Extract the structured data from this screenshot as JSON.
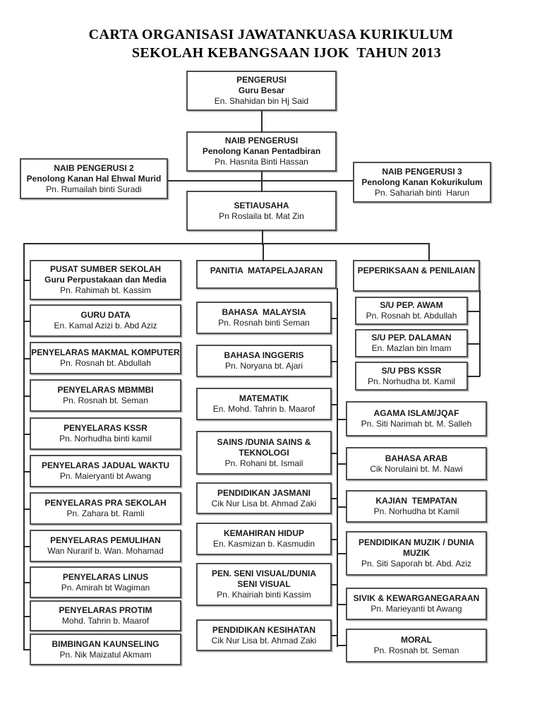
{
  "colors": {
    "box_border": "#4d4d4d",
    "connector": "#2b2b2b",
    "text": "#1a1a1a",
    "background": "#ffffff"
  },
  "title": {
    "line1": "CARTA ORGANISASI JAWATANKUASA KURIKULUM",
    "line2": "SEKOLAH KEBANGSAAN IJOK  TAHUN 2013"
  },
  "org": {
    "pengerusi": {
      "title": "PENGERUSI",
      "subtitle": "Guru Besar",
      "name": "En. Shahidan bin Hj Said"
    },
    "naib1": {
      "title": "NAIB PENGERUSI",
      "subtitle": "Penolong Kanan Pentadbiran",
      "name": "Pn. Hasnita Binti Hassan"
    },
    "naib2": {
      "title": "NAIB PENGERUSI 2",
      "subtitle": "Penolong Kanan Hal Ehwal Murid",
      "name": "Pn. Rumailah binti Suradi"
    },
    "naib3": {
      "title": "NAIB PENGERUSI 3",
      "subtitle": "Penolong Kanan Kokurikulum",
      "name": "Pn. Sahariah binti  Harun"
    },
    "setiausaha": {
      "title": "SETIAUSAHA",
      "name": "Pn Roslaila bt. Mat Zin"
    }
  },
  "columns": {
    "left": {
      "items": [
        {
          "title": "PUSAT SUMBER SEKOLAH",
          "subtitle": "Guru Perpustakaan dan Media",
          "name": "Pn. Rahimah bt. Kassim"
        },
        {
          "title": "GURU DATA",
          "name": "En. Kamal Azizi b. Abd Aziz"
        },
        {
          "title": "PENYELARAS MAKMAL KOMPUTER",
          "name": "Pn. Rosnah bt. Abdullah"
        },
        {
          "title": "PENYELARAS MBMMBI",
          "name": "Pn. Rosnah bt. Seman"
        },
        {
          "title": "PENYELARAS KSSR",
          "name": "Pn. Norhudha binti kamil"
        },
        {
          "title": "PENYELARAS JADUAL WAKTU",
          "name": "Pn. Maieryanti bt Awang"
        },
        {
          "title": "PENYELARAS PRA SEKOLAH",
          "name": "Pn. Zahara bt. Ramli"
        },
        {
          "title": "PENYELARAS PEMULIHAN",
          "name": "Wan Nurarif b. Wan. Mohamad"
        },
        {
          "title": "PENYELARAS LINUS",
          "name": "Pn. Amirah bt Wagiman"
        },
        {
          "title": "PENYELARAS PROTIM",
          "name": "Mohd. Tahrin b. Maarof"
        },
        {
          "title": "BIMBINGAN KAUNSELING",
          "name": "Pn. Nik Maizatul Akmam"
        }
      ]
    },
    "middle": {
      "header": "PANITIA  MATAPELAJARAN",
      "items": [
        {
          "title": "BAHASA  MALAYSIA",
          "name": "Pn. Rosnah binti Seman"
        },
        {
          "title": "BAHASA INGGERIS",
          "name": "Pn. Noryana bt. Ajari"
        },
        {
          "title": "MATEMATIK",
          "name": "En. Mohd. Tahrin b. Maarof"
        },
        {
          "title": "SAINS /DUNIA SAINS &\nTEKNOLOGI",
          "name": "Pn. Rohani bt. Ismail"
        },
        {
          "title": "PENDIDIKAN JASMANI",
          "name": "Cik Nur Lisa bt. Ahmad Zaki"
        },
        {
          "title": "KEMAHIRAN HIDUP",
          "name": "En. Kasmizan b. Kasmudin"
        },
        {
          "title": "PEN. SENI VISUAL/DUNIA\nSENI VISUAL",
          "name": "Pn. Khairiah binti Kassim"
        },
        {
          "title": "PENDIDIKAN KESIHATAN",
          "name": "Cik Nur Lisa bt. Ahmad Zaki"
        }
      ]
    },
    "right": {
      "header": "PEPERIKSAAN & PENILAIAN",
      "su_items": [
        {
          "title": "S/U PEP. AWAM",
          "name": "Pn. Rosnah bt. Abdullah"
        },
        {
          "title": "S/U PEP. DALAMAN",
          "name": "En. Mazlan bin Imam"
        },
        {
          "title": "S/U PBS KSSR",
          "name": "Pn. Norhudha bt. Kamil"
        }
      ],
      "items": [
        {
          "title": "AGAMA ISLAM/JQAF",
          "name": "Pn. Siti Narimah bt. M. Salleh"
        },
        {
          "title": "BAHASA ARAB",
          "name": "Cik Norulaini bt. M. Nawi"
        },
        {
          "title": "KAJIAN  TEMPATAN",
          "name": "Pn. Norhudha bt Kamil"
        },
        {
          "title": "PENDIDIKAN MUZIK / DUNIA\nMUZIK",
          "name": "Pn. Siti Saporah bt. Abd. Aziz"
        },
        {
          "title": "SIVIK & KEWARGANEGARAAN",
          "name": "Pn. Marieyanti bt Awang"
        },
        {
          "title": "MORAL",
          "name": "Pn. Rosnah bt. Seman"
        }
      ]
    }
  }
}
